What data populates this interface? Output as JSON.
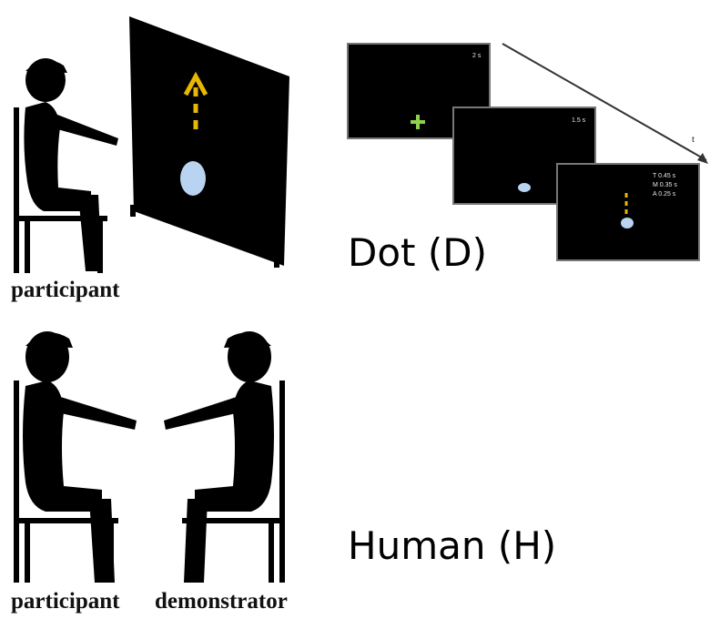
{
  "top_panel": {
    "person_label": "participant",
    "condition_label": "Dot (D)",
    "time_axis_label": "t",
    "frames": [
      {
        "timer": "2 s"
      },
      {
        "timer": "1.5 s"
      },
      {
        "timing_lines": [
          "T 0.45 s",
          "M 0.35 s",
          "A 0.25 s"
        ]
      }
    ]
  },
  "bottom_panel": {
    "left_person_label": "participant",
    "right_person_label": "demonstrator",
    "condition_label": "Human (H)"
  },
  "colors": {
    "arrow": "#e8b800",
    "dot": "#b8d4f0",
    "fixation_cross": "#8fd14f",
    "screen": "#000000"
  }
}
